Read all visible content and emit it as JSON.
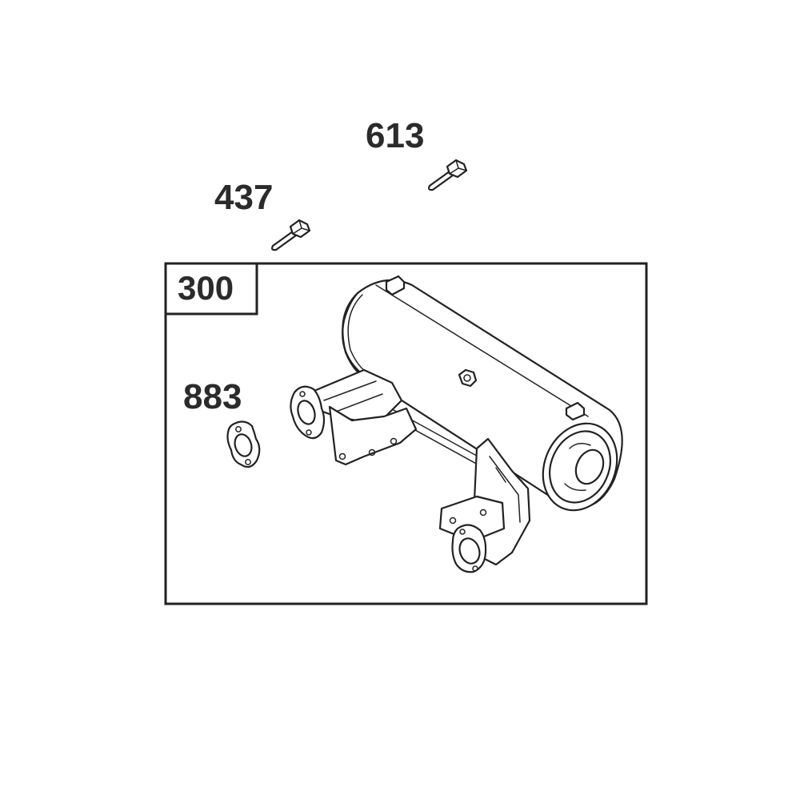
{
  "labels": {
    "bolt_top": "613",
    "bolt_left": "437",
    "gasket": "883",
    "assembly": "300"
  },
  "colors": {
    "line": "#222222",
    "text": "#2b2b2b",
    "background": "#ffffff"
  }
}
